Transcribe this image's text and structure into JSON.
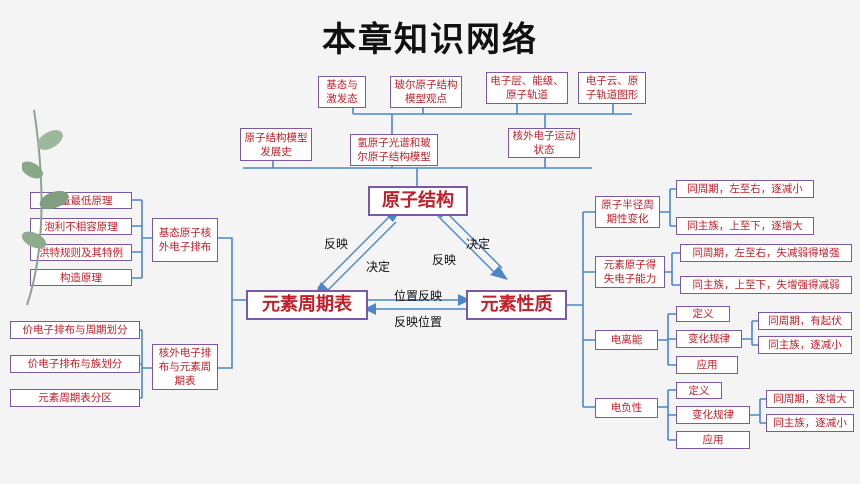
{
  "title": "本章知识网络",
  "center": {
    "atom": "原子结构",
    "periodic": "元素周期表",
    "props": "元素性质"
  },
  "relations": {
    "atom_to_periodic": "反映",
    "periodic_to_atom": "决定",
    "atom_to_props": "决定",
    "props_to_atom": "反映",
    "periodic_to_props": "位置反映",
    "props_to_periodic": "反映位置"
  },
  "top": {
    "history": "原子结构模型发展史",
    "ground": "基态与激发态",
    "bohr": "玻尔原子结构模型观点",
    "hydrogen": "氢原子光谱和玻尔原子结构模型",
    "shells": "电子层、能级、原子轨道",
    "cloud": "电子云、原子轨道图形",
    "extranuclear": "核外电子运动状态"
  },
  "left": {
    "group1": "基态原子核外电子排布",
    "items1": [
      "能量最低原理",
      "泡利不相容原理",
      "洪特规则及其特例",
      "构造原理"
    ],
    "group2": "核外电子排布与元素周期表",
    "items2": [
      "价电子排布与周期划分",
      "价电子排布与族划分",
      "元素周期表分区"
    ]
  },
  "right": {
    "radius": "原子半径周期性变化",
    "radius_items": [
      "同周期，左至右，逐减小",
      "同主族，上至下，逐增大"
    ],
    "gainlose": "元素原子得失电子能力",
    "gainlose_items": [
      "同周期，左至右，失减弱得增强",
      "同主族，上至下，失增强得减弱"
    ],
    "ionization": "电离能",
    "definition": "定义",
    "rule": "变化规律",
    "application": "应用",
    "ion_items": [
      "同周期，有起伏",
      "同主族，逐减小"
    ],
    "electroneg": "电负性",
    "en_items": [
      "同周期，逐增大",
      "同主族，逐减小"
    ]
  }
}
